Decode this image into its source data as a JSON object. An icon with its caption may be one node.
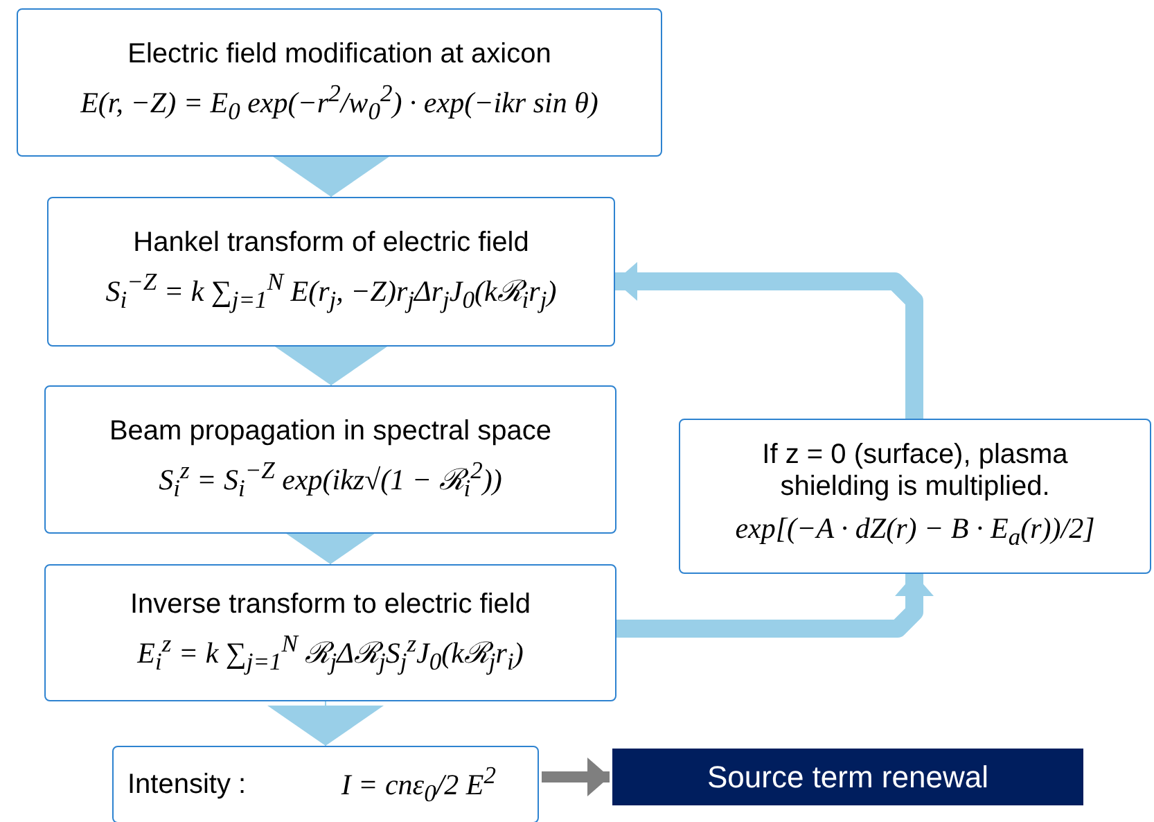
{
  "diagram": {
    "nodes": [
      {
        "text": [
          "Electric field modification at axicon",
          "E(r, −Z) = E$_{0}$ exp(−r$^{2}$/w$_{0}$$^{2}$) · exp(−ikr sin θ)"
        ]
      },
      {
        "text": [
          "Hankel transform of electric field",
          "S$_{i}$$^{−Z}$ = k ∑$_{j=1}$$^{N}$ E(r$_{j}$, −Z)r$_{j}$Δr$_{j}$J$_{0}$(kℛ$_{i}$r$_{j}$)"
        ]
      },
      {
        "text": [
          "Beam propagation in spectral space",
          "S$_{i}$$^{z}$ = S$_{i}$$^{−Z}$ exp(ikz√(1 − ℛ$_{i}$$^{2}$))"
        ]
      },
      {
        "text": [
          "Inverse transform to electric field",
          "E$_{i}$$^{z}$ = k ∑$_{j=1}$$^{N}$ ℛ$_{j}$Δℛ$_{j}$S$_{j}$$^{z}$J$_{0}$(kℛ$_{j}$r$_{i}$)"
        ]
      },
      {
        "text": [
          "Intensity :",
          "I = cnε$_{0}$/2 E$^{2}$"
        ]
      },
      {
        "text": [
          "If z = 0 (surface), plasma shielding is multiplied.",
          "exp[(−A · dZ(r) − B · E$_{a}$(r))/2]"
        ]
      },
      {
        "text": [
          "Source term renewal"
        ]
      }
    ],
    "edges": [
      {
        "from": 0,
        "to": 1,
        "arrow": "to"
      },
      {
        "from": 1,
        "to": 2,
        "arrow": "to"
      },
      {
        "from": 2,
        "to": 3,
        "arrow": "to"
      },
      {
        "from": 3,
        "to": 4,
        "arrow": "to"
      },
      {
        "from": 3,
        "to": 5,
        "arrow": "to",
        "style": "thick"
      },
      {
        "from": 5,
        "to": 1,
        "arrow": "to",
        "style": "thick"
      },
      {
        "from": 4,
        "to": 6,
        "arrow": "to",
        "style": "thick",
        "color": "#7f7f7f"
      }
    ]
  }
}
